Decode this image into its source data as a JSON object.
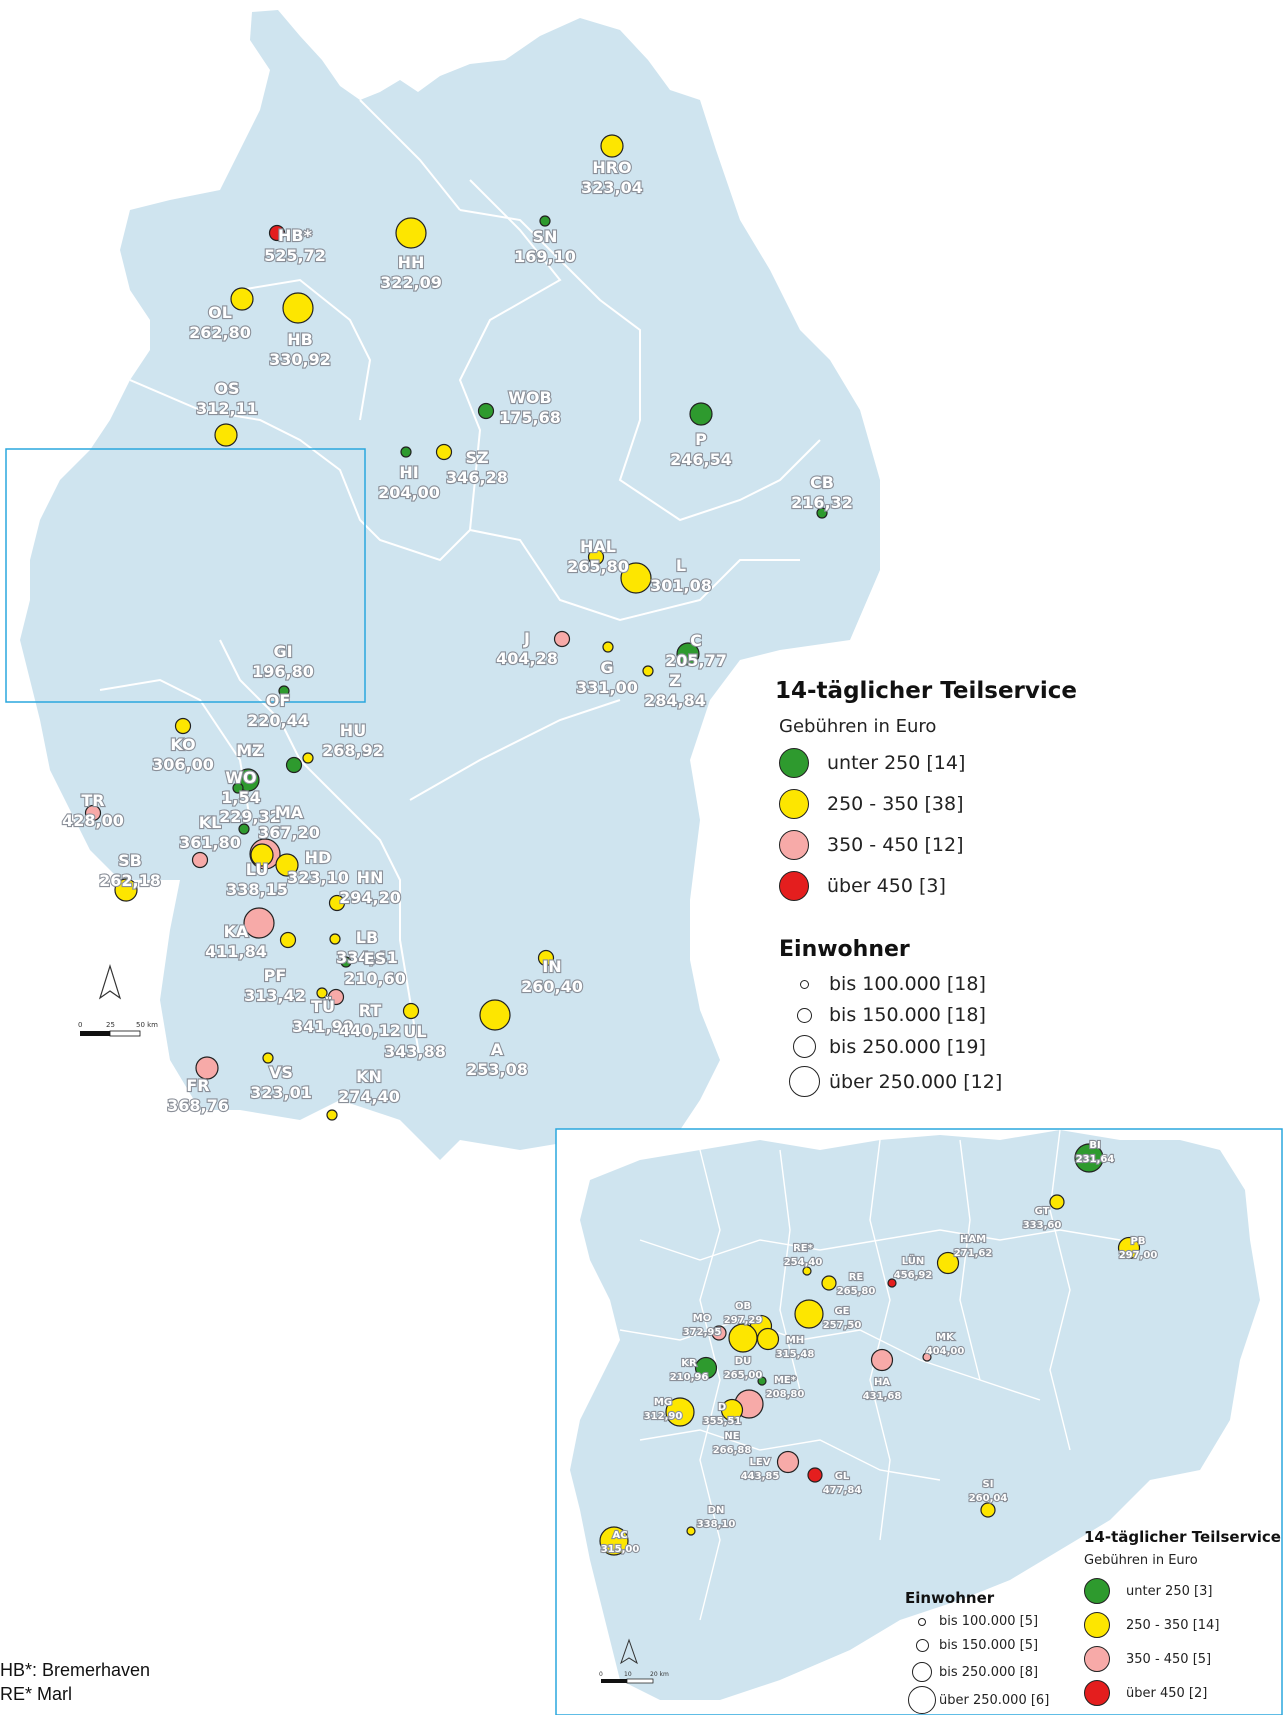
{
  "colors": {
    "green": "#2e9a2e",
    "yellow": "#fde600",
    "pink": "#f7aaa8",
    "red": "#e41e1e",
    "land": "#cfe4ef",
    "frame": "#2aa7dd"
  },
  "main_legend": {
    "title": "14-täglicher Teilservice",
    "subtitle": "Gebühren in Euro",
    "classes": [
      {
        "label": "unter 250  [14]",
        "color": "green"
      },
      {
        "label": "250 - 350  [38]",
        "color": "yellow"
      },
      {
        "label": "350 - 450  [12]",
        "color": "pink"
      },
      {
        "label": "über 450 [3]",
        "color": "red"
      }
    ],
    "size_title": "Einwohner",
    "sizes": [
      {
        "label": "bis 100.000 [18]"
      },
      {
        "label": "bis 150.000 [18]"
      },
      {
        "label": "bis 250.000 [19]"
      },
      {
        "label": "über 250.000 [12]"
      }
    ]
  },
  "inset_legend": {
    "title": "14-täglicher Teilservice",
    "subtitle": "Gebühren in Euro",
    "classes": [
      {
        "label": "unter 250 [3]",
        "color": "green"
      },
      {
        "label": "250 - 350  [14]",
        "color": "yellow"
      },
      {
        "label": "350 - 450  [5]",
        "color": "pink"
      },
      {
        "label": "über 450 [2]",
        "color": "red"
      }
    ],
    "size_title": "Einwohner",
    "sizes": [
      {
        "label": "bis 100.000 [5]"
      },
      {
        "label": "bis 150.000 [5]"
      },
      {
        "label": "bis 250.000 [8]"
      },
      {
        "label": "über 250.000 [6]"
      }
    ]
  },
  "footnotes": [
    "HB*: Bremerhaven",
    "RE* Marl"
  ],
  "scalebar": {
    "main": [
      "0",
      "25",
      "50 km"
    ],
    "inset": [
      "0",
      "10",
      "20 km"
    ]
  },
  "cities": [
    {
      "code": "HRO",
      "value": "323,04",
      "cls": "yellow",
      "size": 3
    },
    {
      "code": "SN",
      "value": "169,10",
      "cls": "green",
      "size": 1
    },
    {
      "code": "HB*",
      "value": "525,72",
      "cls": "red",
      "size": 2
    },
    {
      "code": "HH",
      "value": "322,09",
      "cls": "yellow",
      "size": 4
    },
    {
      "code": "OL",
      "value": "262,80",
      "cls": "yellow",
      "size": 3
    },
    {
      "code": "HB",
      "value": "330,92",
      "cls": "yellow",
      "size": 4
    },
    {
      "code": "OS",
      "value": "312,11",
      "cls": "yellow",
      "size": 3
    },
    {
      "code": "WOB",
      "value": "175,68",
      "cls": "green",
      "size": 2
    },
    {
      "code": "P",
      "value": "246,54",
      "cls": "green",
      "size": 3
    },
    {
      "code": "HI",
      "value": "204,00",
      "cls": "green",
      "size": 1
    },
    {
      "code": "SZ",
      "value": "346,28",
      "cls": "yellow",
      "size": 2
    },
    {
      "code": "CB",
      "value": "216,32",
      "cls": "green",
      "size": 1
    },
    {
      "code": "HAL",
      "value": "265,80",
      "cls": "yellow",
      "size": 2
    },
    {
      "code": "L",
      "value": "301,08",
      "cls": "yellow",
      "size": 4
    },
    {
      "code": "J",
      "value": "404,28",
      "cls": "pink",
      "size": 2
    },
    {
      "code": "C",
      "value": "205,77",
      "cls": "green",
      "size": 3
    },
    {
      "code": "G",
      "value": "331,00",
      "cls": "yellow",
      "size": 1
    },
    {
      "code": "Z",
      "value": "284,84",
      "cls": "yellow",
      "size": 1
    },
    {
      "code": "GI",
      "value": "196,80",
      "cls": "green",
      "size": 1
    },
    {
      "code": "OF",
      "value": "220,44",
      "cls": "green",
      "size": 2
    },
    {
      "code": "HU",
      "value": "268,92",
      "cls": "yellow",
      "size": 1
    },
    {
      "code": "KO",
      "value": "306,00",
      "cls": "yellow",
      "size": 2
    },
    {
      "code": "MZ",
      "value": "",
      "cls": "green",
      "size": 3
    },
    {
      "code": "WO",
      "value": "1,54",
      "cls": "green",
      "size": 1
    },
    {
      "code": "",
      "value": "229,32",
      "cls": "green",
      "size": 1
    },
    {
      "code": "TR",
      "value": "428,00",
      "cls": "pink",
      "size": 2
    },
    {
      "code": "MA",
      "value": "367,20",
      "cls": "pink",
      "size": 4
    },
    {
      "code": "KL",
      "value": "361,80",
      "cls": "pink",
      "size": 2
    },
    {
      "code": "SB",
      "value": "262,18",
      "cls": "yellow",
      "size": 3
    },
    {
      "code": "LU",
      "value": "338,15",
      "cls": "yellow",
      "size": 3
    },
    {
      "code": "HD",
      "value": "323,10",
      "cls": "yellow",
      "size": 3
    },
    {
      "code": "HN",
      "value": "294,20",
      "cls": "yellow",
      "size": 2
    },
    {
      "code": "KA",
      "value": "411,84",
      "cls": "pink",
      "size": 4
    },
    {
      "code": "LB",
      "value": "334,41",
      "cls": "yellow",
      "size": 1
    },
    {
      "code": "PF",
      "value": "313,42",
      "cls": "yellow",
      "size": 2
    },
    {
      "code": "ES",
      "value": "210,60",
      "cls": "green",
      "size": 1
    },
    {
      "code": "IN",
      "value": "260,40",
      "cls": "yellow",
      "size": 2
    },
    {
      "code": "TÜ",
      "value": "341,99",
      "cls": "yellow",
      "size": 1
    },
    {
      "code": "RT",
      "value": "440,12",
      "cls": "pink",
      "size": 2
    },
    {
      "code": "UL",
      "value": "343,88",
      "cls": "yellow",
      "size": 2
    },
    {
      "code": "A",
      "value": "253,08",
      "cls": "yellow",
      "size": 4
    },
    {
      "code": "FR",
      "value": "368,76",
      "cls": "pink",
      "size": 3
    },
    {
      "code": "VS",
      "value": "323,01",
      "cls": "yellow",
      "size": 1
    },
    {
      "code": "KN",
      "value": "274,40",
      "cls": "yellow",
      "size": 1
    }
  ],
  "inset_cities": [
    {
      "code": "BI",
      "value": "231,64",
      "cls": "green",
      "size": 4
    },
    {
      "code": "GT",
      "value": "333,60",
      "cls": "yellow",
      "size": 2
    },
    {
      "code": "HAM",
      "value": "271,62",
      "cls": "yellow",
      "size": 3
    },
    {
      "code": "PB",
      "value": "297,00",
      "cls": "yellow",
      "size": 3
    },
    {
      "code": "RE*",
      "value": "254,40",
      "cls": "yellow",
      "size": 1
    },
    {
      "code": "RE",
      "value": "265,80",
      "cls": "yellow",
      "size": 2
    },
    {
      "code": "LÜN",
      "value": "456,92",
      "cls": "red",
      "size": 1
    },
    {
      "code": "OB",
      "value": "297,29",
      "cls": "yellow",
      "size": 3
    },
    {
      "code": "GE",
      "value": "257,50",
      "cls": "yellow",
      "size": 4
    },
    {
      "code": "MO",
      "value": "372,95",
      "cls": "pink",
      "size": 2
    },
    {
      "code": "MH",
      "value": "315,48",
      "cls": "yellow",
      "size": 3
    },
    {
      "code": "MK",
      "value": "404,00",
      "cls": "pink",
      "size": 1
    },
    {
      "code": "DU",
      "value": "265,00",
      "cls": "yellow",
      "size": 4
    },
    {
      "code": "KR",
      "value": "210,96",
      "cls": "green",
      "size": 3
    },
    {
      "code": "ME*",
      "value": "208,80",
      "cls": "green",
      "size": 1
    },
    {
      "code": "HA",
      "value": "431,68",
      "cls": "pink",
      "size": 3
    },
    {
      "code": "MG",
      "value": "312,90",
      "cls": "yellow",
      "size": 4
    },
    {
      "code": "D",
      "value": "355,51",
      "cls": "pink",
      "size": 4
    },
    {
      "code": "NE",
      "value": "266,88",
      "cls": "yellow",
      "size": 3
    },
    {
      "code": "LEV",
      "value": "443,85",
      "cls": "pink",
      "size": 3
    },
    {
      "code": "GL",
      "value": "477,84",
      "cls": "red",
      "size": 2
    },
    {
      "code": "SI",
      "value": "260,04",
      "cls": "yellow",
      "size": 2
    },
    {
      "code": "DN",
      "value": "338,10",
      "cls": "yellow",
      "size": 1
    },
    {
      "code": "AC",
      "value": "315,00",
      "cls": "yellow",
      "size": 4
    }
  ]
}
